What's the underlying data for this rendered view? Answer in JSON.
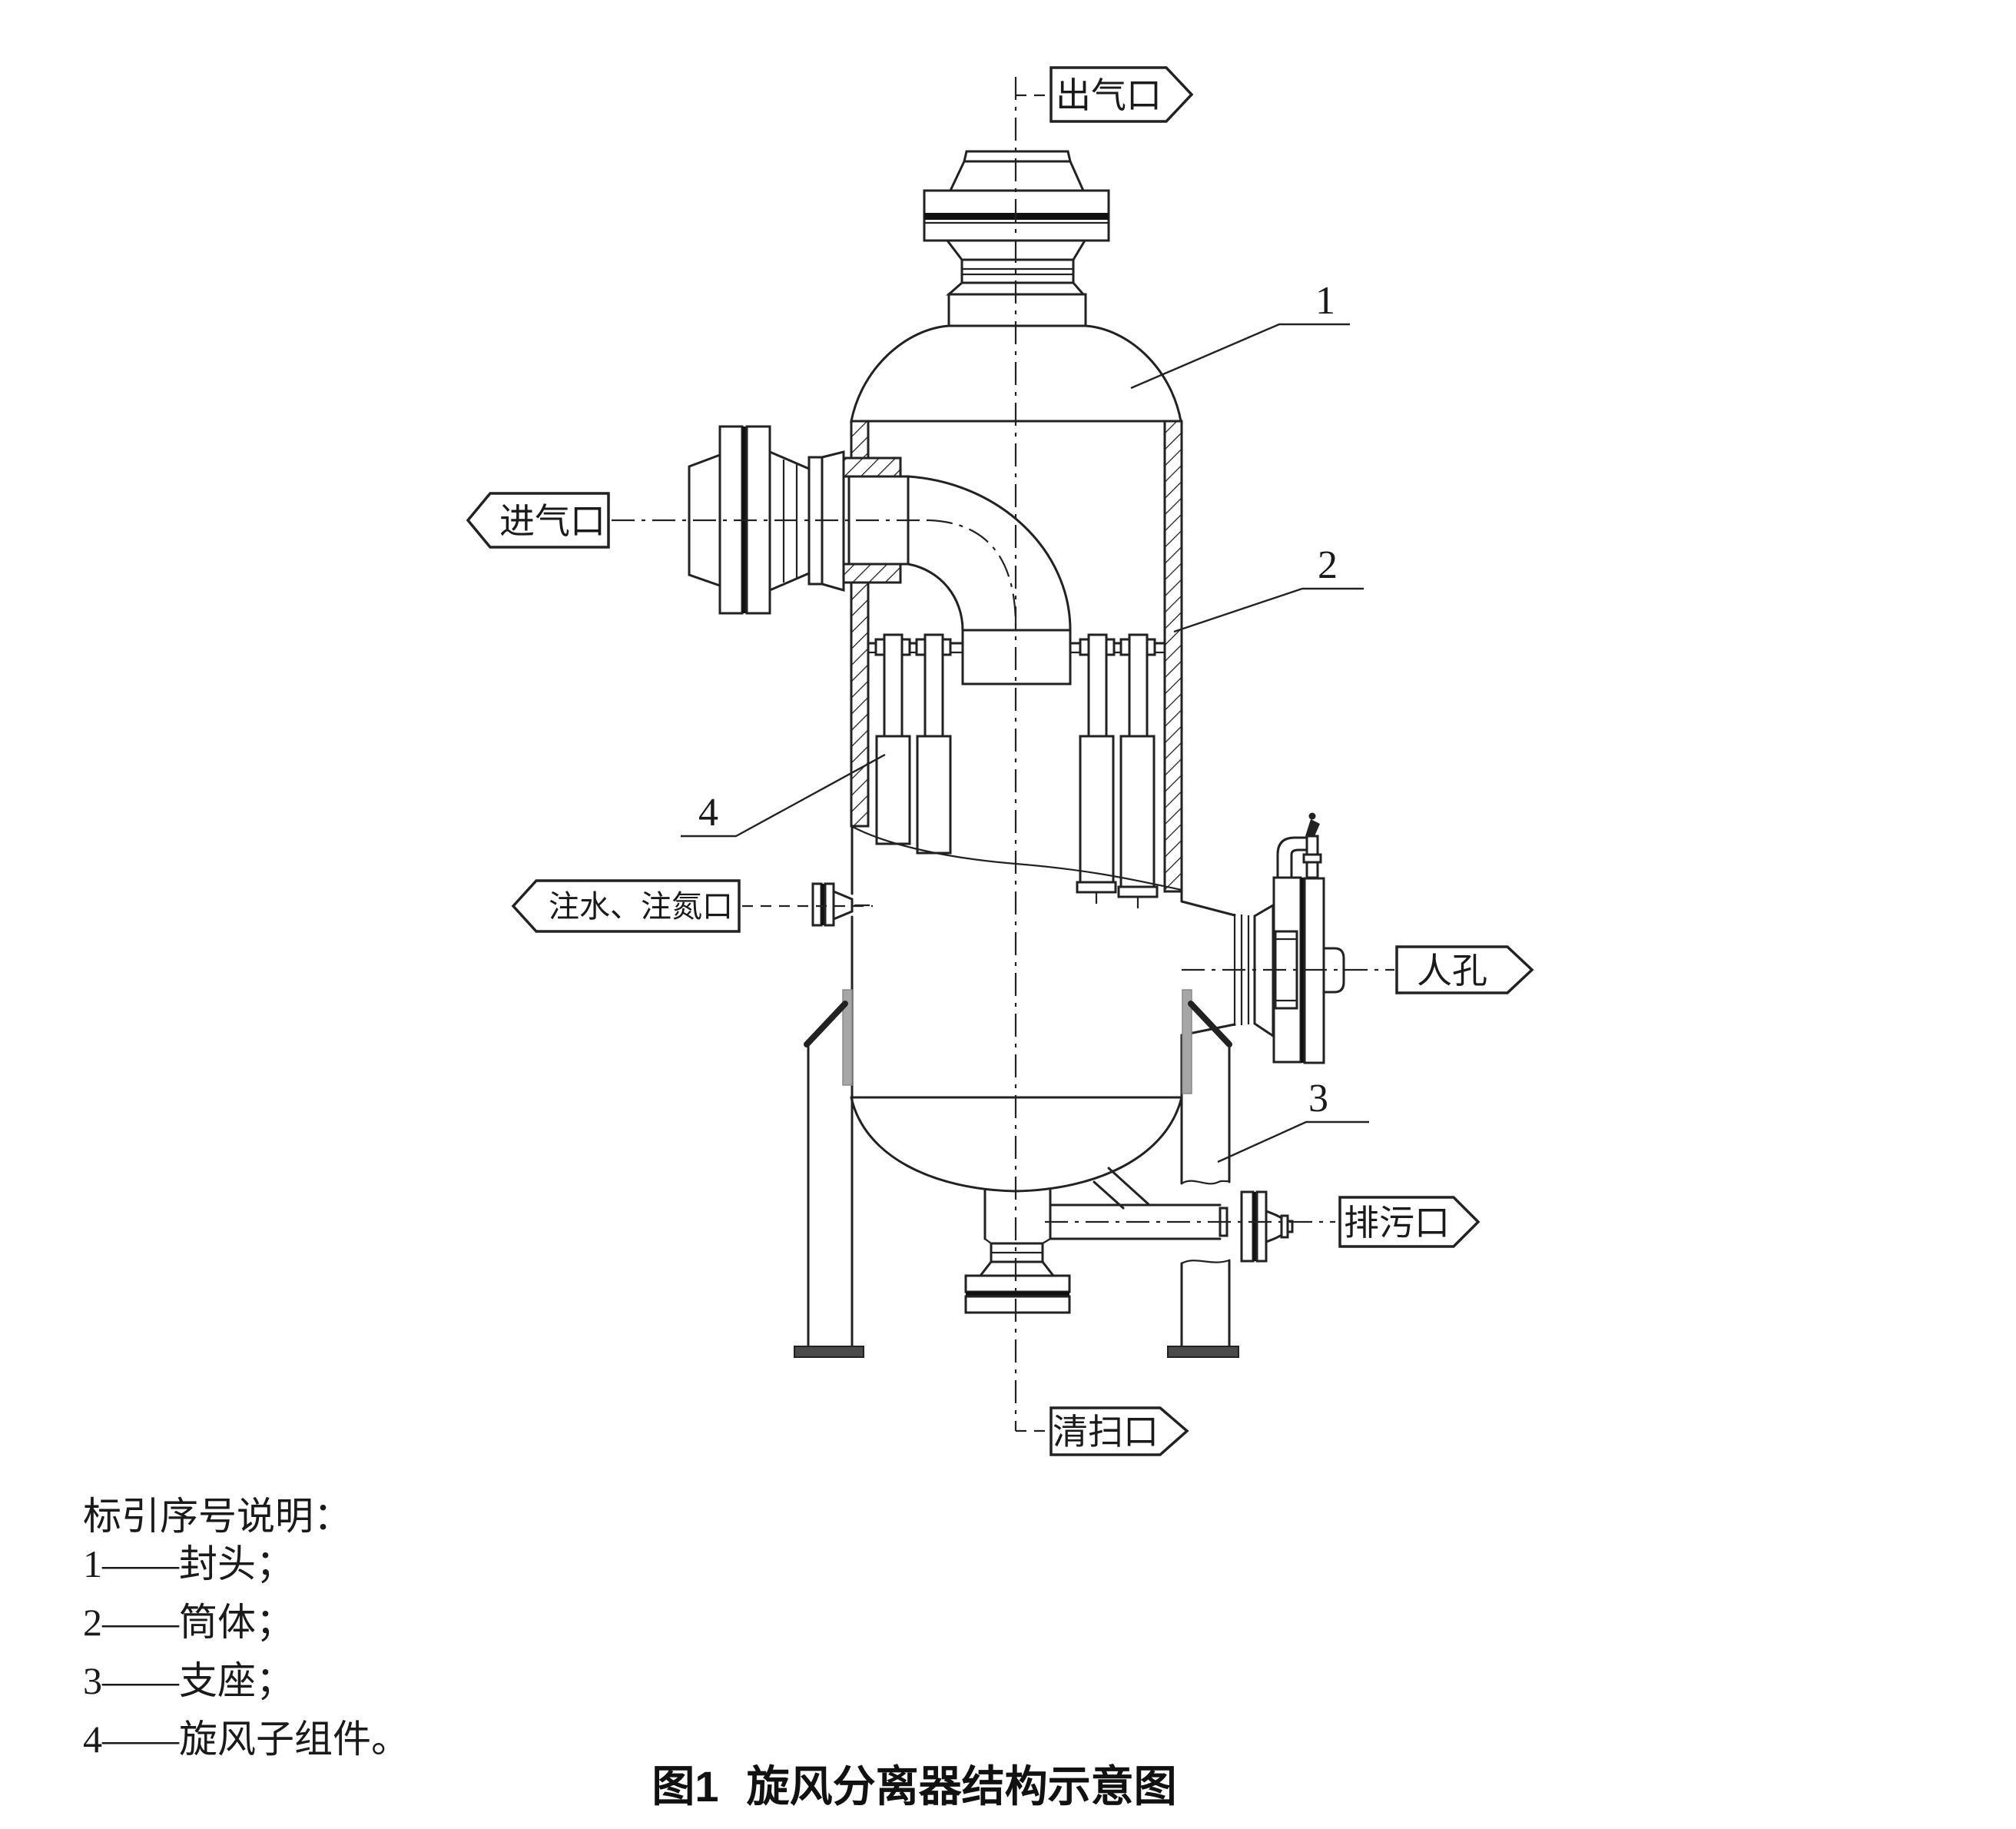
{
  "figure": {
    "caption": {
      "number": "图1",
      "title": "旋风分离器结构示意图"
    },
    "legend": {
      "heading": "标引序号说明：",
      "items": [
        {
          "text": "1——封头；"
        },
        {
          "text": "2——筒体；"
        },
        {
          "text": "3——支座；"
        },
        {
          "text": "4——旋风子组件。"
        }
      ]
    },
    "port_labels": {
      "outlet": "出气口",
      "inlet": "进气口",
      "injection": "注水、注氮口",
      "manhole": "人孔",
      "drain": "排污口",
      "cleanout": "清扫口"
    },
    "callouts": {
      "c1": "1",
      "c2": "2",
      "c3": "3",
      "c4": "4"
    }
  },
  "colors": {
    "line": "#222222",
    "background": "#ffffff",
    "gasket": "#111111",
    "base_plate": "#4a4a4a",
    "gusset": "#a6a6a6"
  }
}
